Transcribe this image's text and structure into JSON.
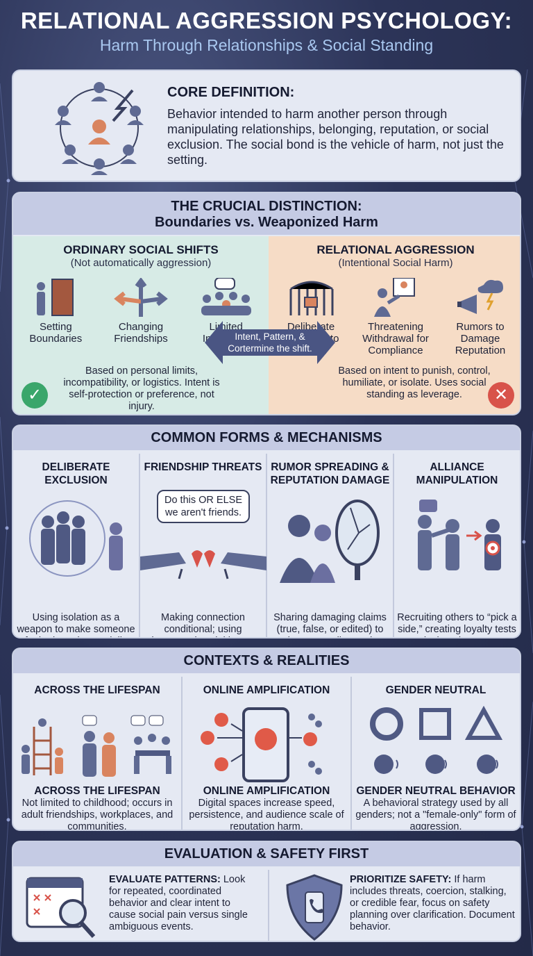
{
  "header": {
    "title": "RELATIONAL AGGRESSION PSYCHOLOGY:",
    "subtitle": "Harm Through Relationships & Social Standing"
  },
  "core": {
    "heading": "CORE DEFINITION:",
    "text": "Behavior intended to harm another person through manipulating relationships, belonging, reputation, or social exclusion. The social bond is the vehicle of harm, not just the setting."
  },
  "distinction": {
    "title": "THE CRUCIAL DISTINCTION:",
    "subtitle": "Boundaries vs. Weaponized Harm",
    "left": {
      "heading": "ORDINARY SOCIAL SHIFTS",
      "sub": "(Not automatically aggression)",
      "items": [
        "Setting Boundaries",
        "Changing Friendships",
        "Limited Invitations"
      ],
      "note": "Based on personal limits, incompatibility, or logistics. Intent is self-protection or preference, not injury.",
      "badge": "✓",
      "color": "#3aa66b"
    },
    "right": {
      "heading": "RELATIONAL AGGRESSION",
      "sub": "(Intentional Social Harm)",
      "items": [
        "Deliberate Exclusion to Punish",
        "Threatening Withdrawal for Compliance",
        "Rumors to Damage Reputation"
      ],
      "note": "Based on intent to punish, control, humiliate, or isolate. Uses social standing as leverage.",
      "badge": "✕",
      "color": "#d8534a"
    },
    "arrow_text": "Intent, Pattern, & Cortermine the shift."
  },
  "forms": {
    "title": "COMMON FORMS & MECHANISMS",
    "items": [
      {
        "heading": "DELIBERATE EXCLUSION",
        "desc": "Using isolation as a weapon to make someone feel rejected or socially diminished."
      },
      {
        "heading": "FRIENDSHIP THREATS",
        "bubble": "Do this OR ELSE we aren't friends.",
        "desc": "Making connection conditional; using threatened social loss to force compliance."
      },
      {
        "heading": "RUMOR SPREADING & REPUTATION DAMAGE",
        "desc": "Sharing damaging claims (true, false, or edited) to lower standing and destroy trust."
      },
      {
        "heading": "ALLIANCE MANIPULATION",
        "desc": "Recruiting others to “pick a side,” creating loyalty tests to isolate the target."
      }
    ]
  },
  "contexts": {
    "title": "CONTEXTS & REALITIES",
    "items": [
      {
        "heading": "ACROSS THE LIFESPAN",
        "sub": "ACROSS THE LIFESPAN",
        "desc": "Not limited to childhood; occurs in adult friendships, workplaces, and communities."
      },
      {
        "heading": "ONLINE AMPLIFICATION",
        "sub": "ONLINE AMPLIFICATION",
        "desc": "Digital spaces increase speed, persistence, and audience scale of reputation harm."
      },
      {
        "heading": "GENDER NEUTRAL",
        "sub": "GENDER NEUTRAL BEHAVIOR",
        "desc": "A behavioral strategy used by all genders; not a \"female-only\" form of aggression."
      }
    ]
  },
  "evaluation": {
    "title": "EVALUATION & SAFETY FIRST",
    "left_bold": "EVALUATE PATTERNS:",
    "left_text": " Look for repeated, coordinated behavior and clear intent to cause social pain versus single ambiguous events.",
    "right_bold": "PRIORITIZE SAFETY:",
    "right_text": " If harm includes threats, coercion, stalking, or credible fear, focus on safety planning over clarification. Document behavior."
  }
}
